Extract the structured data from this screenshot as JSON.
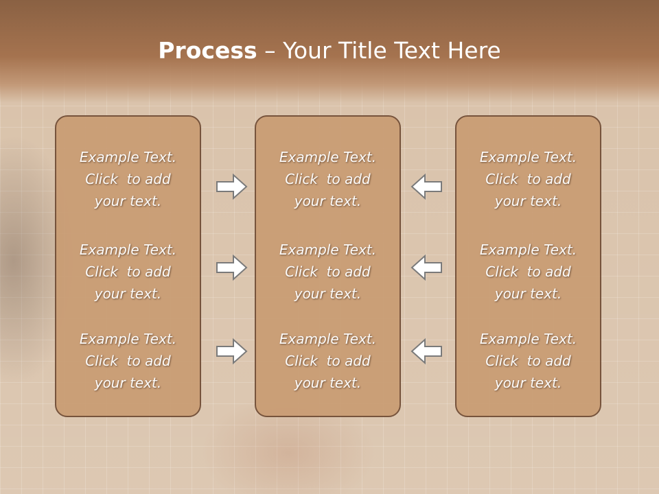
{
  "slide": {
    "title_bold": "Process",
    "title_rest": " – Your Title Text Here"
  },
  "columns": [
    {
      "blocks": [
        {
          "line1": "Example Text.",
          "line2": "Click  to add",
          "line3": "your text."
        },
        {
          "line1": "Example Text.",
          "line2": "Click  to add",
          "line3": "your text."
        },
        {
          "line1": "Example Text.",
          "line2": "Click  to add",
          "line3": "your text."
        }
      ]
    },
    {
      "blocks": [
        {
          "line1": "Example Text.",
          "line2": "Click  to add",
          "line3": "your text."
        },
        {
          "line1": "Example Text.",
          "line2": "Click  to add",
          "line3": "your text."
        },
        {
          "line1": "Example Text.",
          "line2": "Click  to add",
          "line3": "your text."
        }
      ]
    },
    {
      "blocks": [
        {
          "line1": "Example Text.",
          "line2": "Click  to add",
          "line3": "your text."
        },
        {
          "line1": "Example Text.",
          "line2": "Click  to add",
          "line3": "your text."
        },
        {
          "line1": "Example Text.",
          "line2": "Click  to add",
          "line3": "your text."
        }
      ]
    }
  ],
  "icons": {
    "left_arrows": "arrow-right-icon",
    "right_arrows": "arrow-left-icon"
  },
  "colors": {
    "header": "#a5734f",
    "panel": "#c99c73",
    "panel_border": "#6e4a33",
    "arrow_fill": "#ffffff",
    "arrow_stroke": "#7a7a7a"
  }
}
